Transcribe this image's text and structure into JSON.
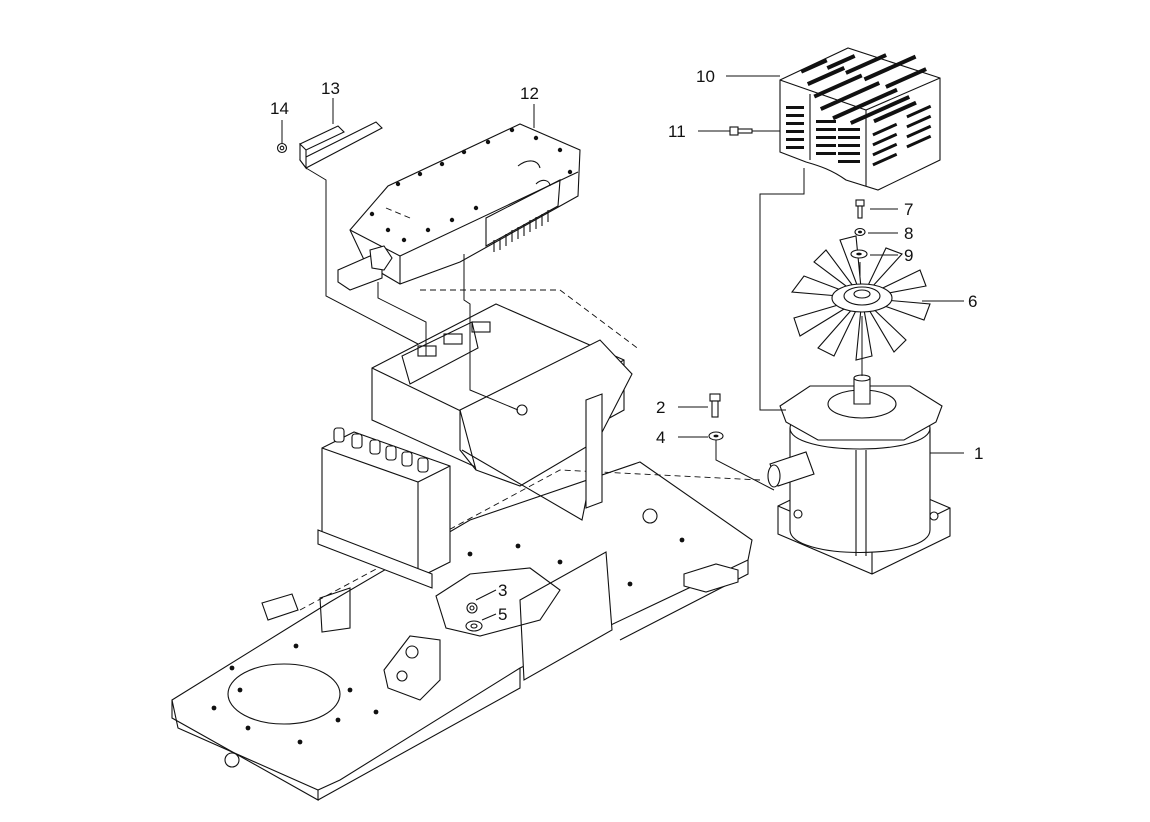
{
  "diagram": {
    "colors": {
      "line": "#111111",
      "background": "#ffffff"
    },
    "callouts": [
      {
        "id": "1",
        "label": "1"
      },
      {
        "id": "2",
        "label": "2"
      },
      {
        "id": "3",
        "label": "3"
      },
      {
        "id": "4",
        "label": "4"
      },
      {
        "id": "5",
        "label": "5"
      },
      {
        "id": "6",
        "label": "6"
      },
      {
        "id": "7",
        "label": "7"
      },
      {
        "id": "8",
        "label": "8"
      },
      {
        "id": "9",
        "label": "9"
      },
      {
        "id": "10",
        "label": "10"
      },
      {
        "id": "11",
        "label": "11"
      },
      {
        "id": "12",
        "label": "12"
      },
      {
        "id": "13",
        "label": "13"
      },
      {
        "id": "14",
        "label": "14"
      }
    ]
  }
}
